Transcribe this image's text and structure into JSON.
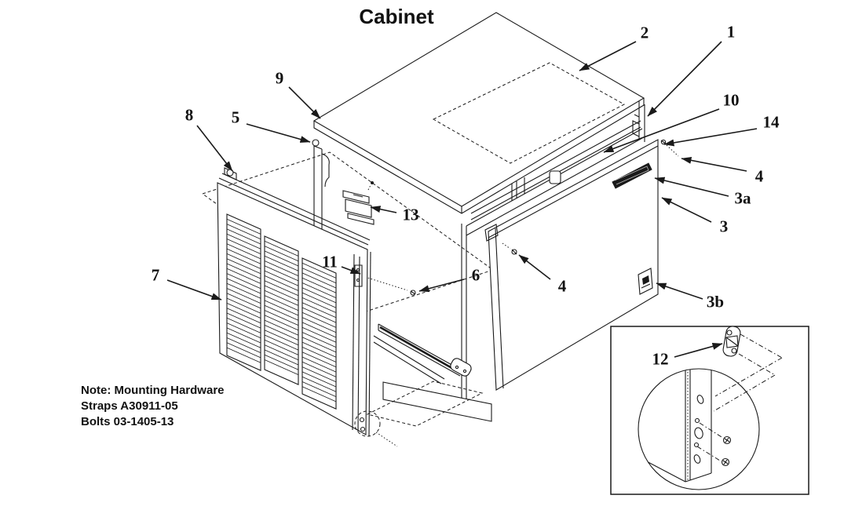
{
  "title": "Cabinet",
  "note": {
    "lines": [
      "Note: Mounting Hardware",
      "Straps A30911-05",
      "Bolts 03-1405-13"
    ]
  },
  "callouts": [
    {
      "label": "2"
    },
    {
      "label": "1"
    },
    {
      "label": "9"
    },
    {
      "label": "10"
    },
    {
      "label": "14"
    },
    {
      "label": "4"
    },
    {
      "label": "3a"
    },
    {
      "label": "3"
    },
    {
      "label": "8"
    },
    {
      "label": "5"
    },
    {
      "label": "13"
    },
    {
      "label": "11"
    },
    {
      "label": "7"
    },
    {
      "label": "6"
    },
    {
      "label": "4"
    },
    {
      "label": "3b"
    },
    {
      "label": "12"
    }
  ],
  "colors": {
    "line": "#1a1a1a",
    "background": "#ffffff"
  }
}
